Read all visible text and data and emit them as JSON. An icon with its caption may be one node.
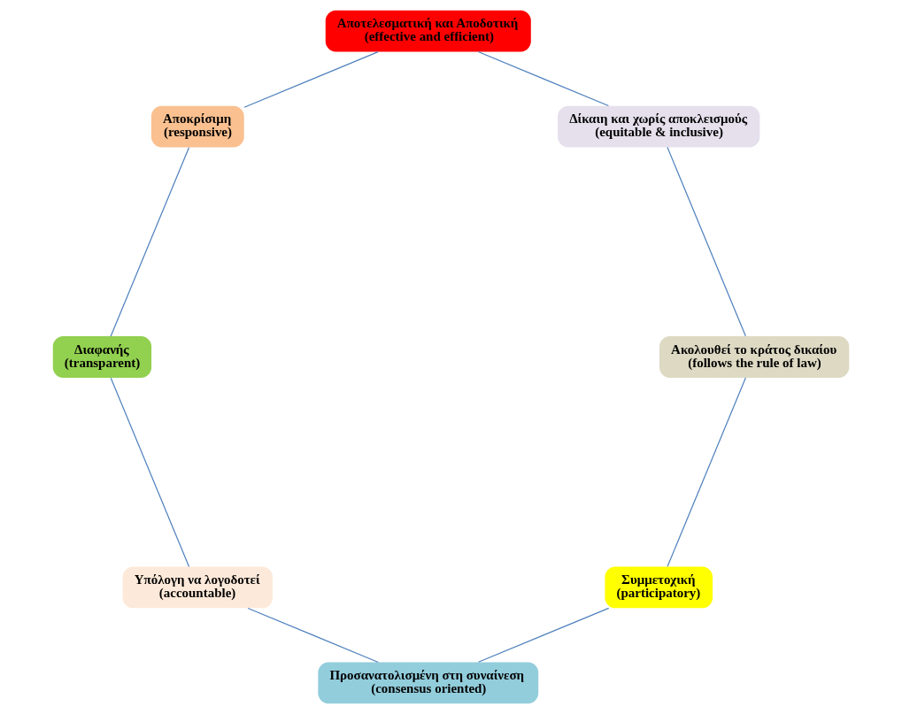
{
  "diagram": {
    "nodes": [
      {
        "text": [
          "Συμμετοχική",
          "(participatory)"
        ]
      },
      {
        "text": [
          "Ακολουθεί το κράτος δικαίου",
          "(follows the rule of law)"
        ]
      },
      {
        "text": [
          "Προσανατολισμένη στη συναίνεση",
          "(consensus oriented)"
        ]
      },
      {
        "text": [
          "Δίκαιη και χωρίς αποκλεισμούς",
          "(equitable & inclusive)"
        ]
      },
      {
        "text": [
          "Υπόλογη να λογοδοτεί",
          "(accountable)"
        ]
      },
      {
        "text": [
          "Αποτελεσματική και Αποδοτική",
          "(effective and efficient)"
        ]
      },
      {
        "text": [
          "Διαφανής",
          "(transparent)"
        ]
      },
      {
        "text": [
          "Αποκρίσιμη",
          "(responsive)"
        ]
      }
    ],
    "edges": [
      {
        "from": 0,
        "to": 2,
        "arrow": "none"
      },
      {
        "from": 2,
        "to": 4,
        "arrow": "none"
      },
      {
        "from": 4,
        "to": 6,
        "arrow": "none"
      },
      {
        "from": 6,
        "to": 7,
        "arrow": "none"
      },
      {
        "from": 7,
        "to": 5,
        "arrow": "none"
      },
      {
        "from": 5,
        "to": 3,
        "arrow": "none"
      },
      {
        "from": 3,
        "to": 1,
        "arrow": "none"
      },
      {
        "from": 1,
        "to": 0,
        "arrow": "none"
      }
    ]
  }
}
